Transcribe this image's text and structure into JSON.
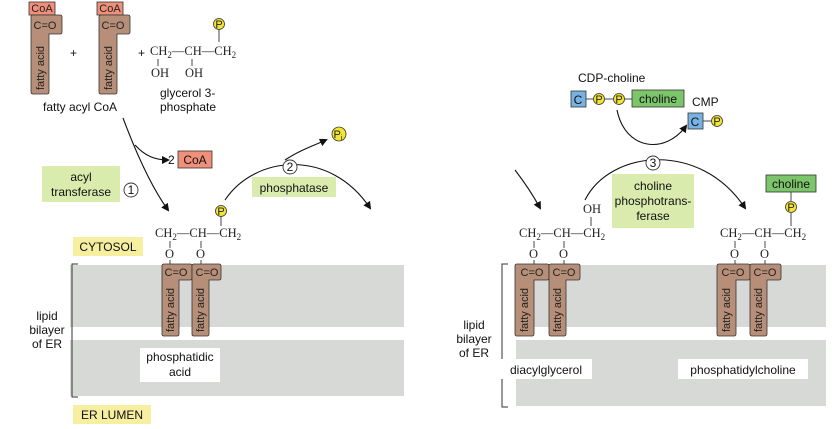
{
  "labels": {
    "coa": "CoA",
    "plus": "+",
    "fatty_acid": "fatty acid",
    "fatty_acyl_coa": "fatty acyl CoA",
    "glycerol_line1": "glycerol 3-",
    "glycerol_line2": "phosphate",
    "two_coa_prefix": "2",
    "acyl_line1": "acyl",
    "acyl_line2": "transferase",
    "step1": "1",
    "step2": "2",
    "step3": "3",
    "phosphatase": "phosphatase",
    "pi": "P",
    "pi_sub": "i",
    "cytosol": "CYTOSOL",
    "er_lumen": "ER LUMEN",
    "lipid_bilayer": [
      "lipid",
      "bilayer",
      "of ER"
    ],
    "phosphatidic_line1": "phosphatidic",
    "phosphatidic_line2": "acid",
    "cdp_choline": "CDP-choline",
    "cmp": "CMP",
    "c": "C",
    "p": "P",
    "choline": "choline",
    "enzyme3": [
      "choline",
      "phosphotrans-",
      "ferase"
    ],
    "oh": "OH",
    "diacylglycerol": "diacylglycerol",
    "phosphatidylcholine": "phosphatidylcholine",
    "ch2": "CH",
    "ch": "CH",
    "o": "O",
    "co": "C=O"
  },
  "colors": {
    "acyl_chain": "#b78f78",
    "coa_box": "#f0907a",
    "phosphate": "#f2e533",
    "label_bg": "#d9ecae",
    "cytosol_bg": "#f6efa0",
    "membrane": "#d7d9d7",
    "c_box": "#78b2e3",
    "choline_box": "#7cc56a"
  }
}
